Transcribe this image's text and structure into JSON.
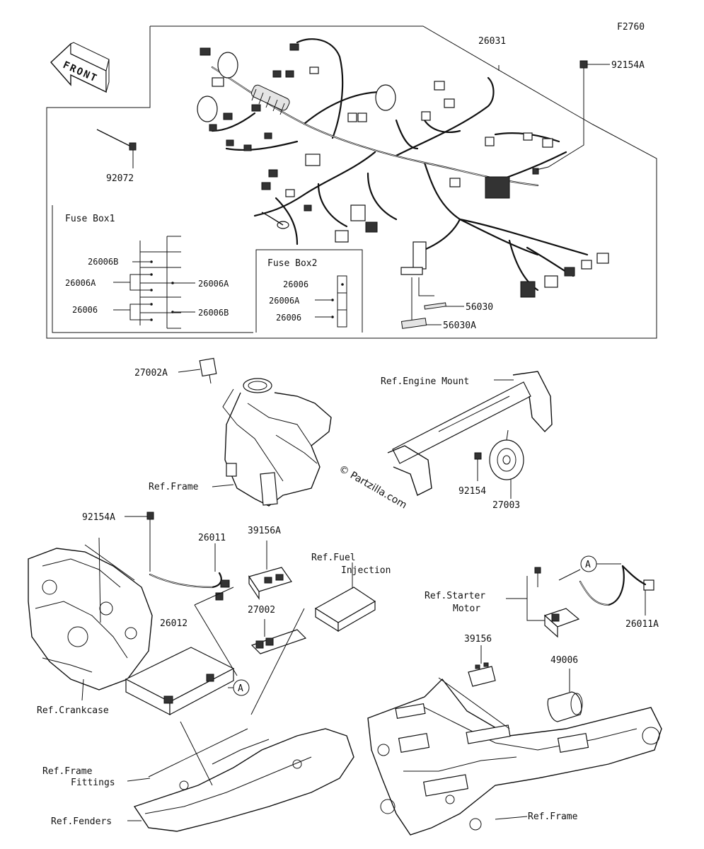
{
  "figure_code": "F2760",
  "front_label": "FRONT",
  "watermark": "© Partzilla.com",
  "fuse_box1": {
    "title": "Fuse Box1",
    "left_labels": [
      "26006B",
      "26006A",
      "26006"
    ],
    "right_labels": [
      "26006A",
      "26006B"
    ]
  },
  "fuse_box2": {
    "title": "Fuse Box2",
    "labels": [
      "26006",
      "26006A",
      "26006"
    ]
  },
  "parts": {
    "p26031": "26031",
    "p92154A_top": "92154A",
    "p92072": "92072",
    "p56030": "56030",
    "p56030A": "56030A",
    "p27002A": "27002A",
    "p92154": "92154",
    "p27003": "27003",
    "p92154A_mid": "92154A",
    "p26011": "26011",
    "p39156A": "39156A",
    "p26012": "26012",
    "p27002": "27002",
    "p39156": "39156",
    "p49006": "49006",
    "p26011A": "26011A"
  },
  "refs": {
    "engine_mount": "Ref.Engine Mount",
    "frame_upper": "Ref.Frame",
    "fuel_injection": [
      "Ref.Fuel",
      "Injection"
    ],
    "starter_motor": [
      "Ref.Starter",
      "Motor"
    ],
    "crankcase": "Ref.Crankcase",
    "frame_fittings": [
      "Ref.Frame",
      "Fittings"
    ],
    "fenders": "Ref.Fenders",
    "frame_lower": "Ref.Frame"
  },
  "connector_marker": "A"
}
